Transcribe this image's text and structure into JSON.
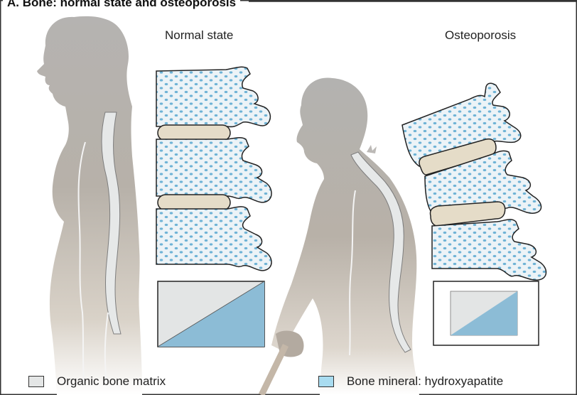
{
  "heading": "A. Bone: normal state and osteoporosis",
  "panels": {
    "normal": {
      "label": "Normal state"
    },
    "osteoporosis": {
      "label": "Osteoporosis"
    }
  },
  "legend": {
    "matrix": {
      "label": "Organic bone matrix",
      "color": "#e4e6e6"
    },
    "mineral": {
      "label": "Bone mineral: hydroxyapatite",
      "color": "#a9dcf0"
    }
  },
  "colors": {
    "silhouette": "#b5b3b1",
    "spine": "#e6e8e8",
    "vertebra_fill": "#ecf3f7",
    "vertebra_dots": "#6fb3d6",
    "disc": "#e5dcc8",
    "mineral_box": "#8cbcd6",
    "matrix_box": "#e3e5e5"
  }
}
